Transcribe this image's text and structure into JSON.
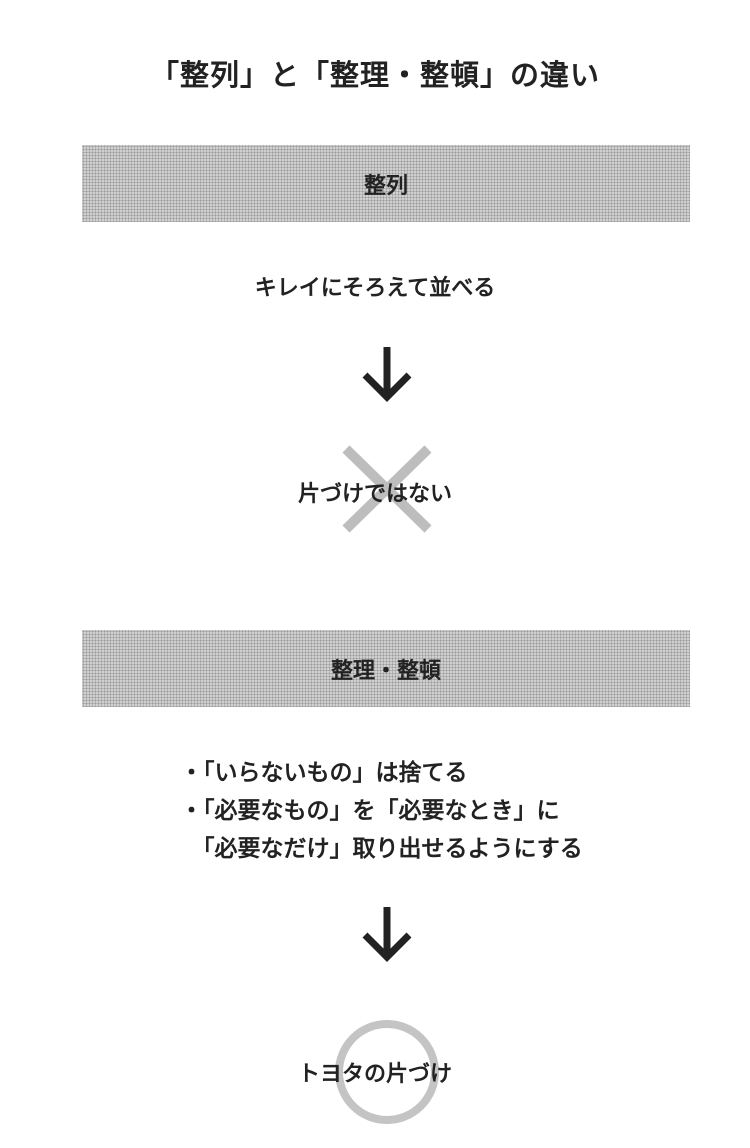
{
  "title": "「整列」と「整理・整頓」の違い",
  "section1": {
    "header": "整列",
    "description": "キレイにそろえて並べる",
    "result": "片づけではない",
    "result_mark": "cross-icon"
  },
  "section2": {
    "header": "整理・整頓",
    "bullets": [
      "・「いらないもの」は捨てる",
      "・「必要なもの」を「必要なとき」に",
      "　「必要なだけ」取り出せるようにする"
    ],
    "result": "トヨタの片づけ",
    "result_mark": "circle-icon"
  },
  "colors": {
    "band": "#cfcfcf",
    "mark": "#bdbdbd",
    "text": "#222222"
  }
}
